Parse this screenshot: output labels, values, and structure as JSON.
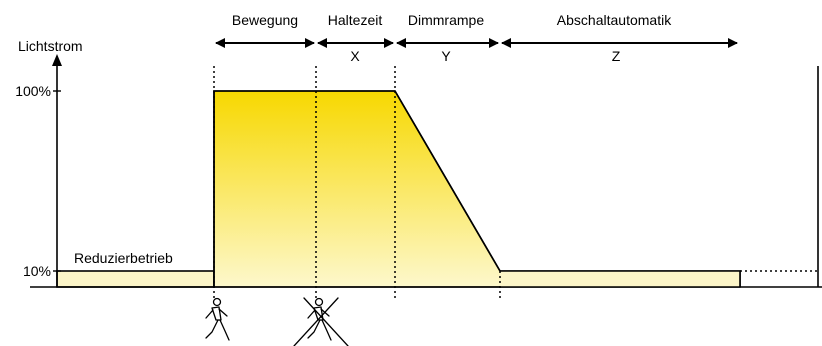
{
  "diagram": {
    "y_axis_label": "Lichtstrom",
    "y_ticks": [
      "100%",
      "10%"
    ],
    "baseline_label": "Reduzierbetrieb",
    "phases": [
      {
        "label": "Bewegung",
        "variable": ""
      },
      {
        "label": "Haltezeit",
        "variable": "X"
      },
      {
        "label": "Dimmrampe",
        "variable": "Y"
      },
      {
        "label": "Abschaltautomatik",
        "variable": "Z"
      }
    ],
    "icons": {
      "motion": "walking-person-icon",
      "no_motion": "walking-person-crossed-out-icon"
    },
    "colors": {
      "fill_top": "#f7d800",
      "fill_bottom": "#fdf8cc",
      "reduced_fill": "#fcf5c8",
      "line": "#000000"
    }
  }
}
